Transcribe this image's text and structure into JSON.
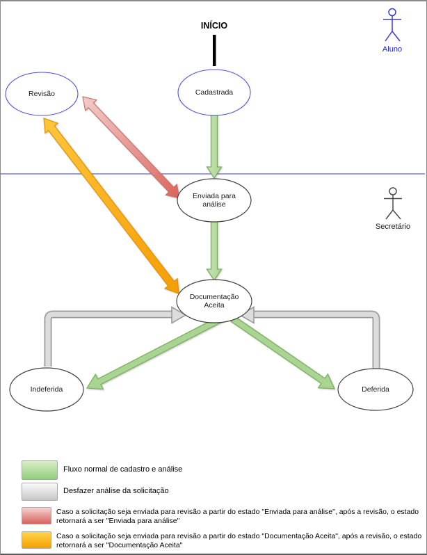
{
  "diagram": {
    "start_label": "INÍCIO",
    "nodes": [
      {
        "id": "revisao",
        "label": "Revisão"
      },
      {
        "id": "cadastrada",
        "label": "Cadastrada"
      },
      {
        "id": "enviada-para-analise",
        "label": "Enviada para análise"
      },
      {
        "id": "documentacao-aceita",
        "label": "Documentação Aceita"
      },
      {
        "id": "indeferida",
        "label": "Indeferida"
      },
      {
        "id": "deferida",
        "label": "Deferida"
      }
    ],
    "actors": [
      {
        "id": "aluno",
        "label": "Aluno"
      },
      {
        "id": "secretario",
        "label": "Secretário"
      }
    ]
  },
  "legend": {
    "items": [
      {
        "color": "green",
        "label": "Fluxo normal de cadastro e análise"
      },
      {
        "color": "gray",
        "label": "Desfazer análise da solicitação"
      },
      {
        "color": "red",
        "label": "Caso a solicitação seja enviada para revisão a partir do estado \"Enviada para análise\", após a revisão, o estado retornará a ser \"Enviada para análise\""
      },
      {
        "color": "orange",
        "label": "Caso a solicitação seja enviada para revisão a partir do estado \"Documentação Aceita\", após a revisão, o estado retornará a ser \"Documentação Aceita\""
      }
    ]
  },
  "colors": {
    "flow_green": "#92cc7b",
    "undo_gray": "#c6c6c6",
    "revision_red": "#d5625c",
    "revision_orange": "#f4a100",
    "actor_student_blue": "#2222cc",
    "state_ellipse_blue": "#4a50e0",
    "swimlane_blue": "#8a8ded"
  }
}
